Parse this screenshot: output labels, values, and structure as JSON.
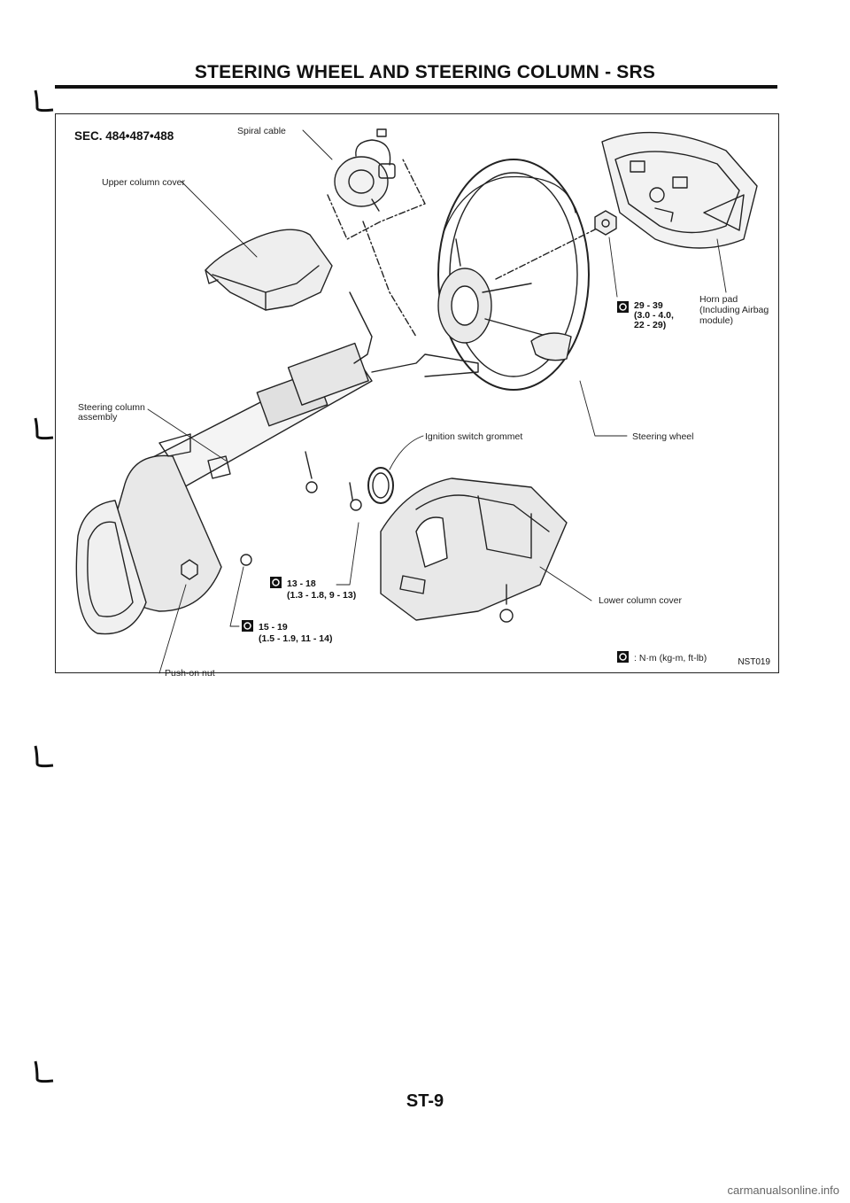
{
  "header": {
    "title": "STEERING WHEEL AND STEERING COLUMN - SRS"
  },
  "figure": {
    "section": "SEC. 484•487•488",
    "labels": {
      "spiral_cable": "Spiral cable",
      "upper_column_cover": "Upper column cover",
      "steering_column_assembly_1": "Steering column",
      "steering_column_assembly_2": "assembly",
      "horn_pad_1": "Horn pad",
      "horn_pad_2": "(Including Airbag",
      "horn_pad_3": "module)",
      "ignition_switch_grommet": "Ignition switch grommet",
      "steering_wheel": "Steering wheel",
      "lower_column_cover": "Lower column cover",
      "push_on_nut": "Push-on nut"
    },
    "torques": {
      "wheel_nut_1": "29 - 39",
      "wheel_nut_2": "(3.0 - 4.0,",
      "wheel_nut_3": "22 - 29)",
      "column_bolt_1": "13 - 18",
      "column_bolt_2": "(1.3 - 1.8, 9 - 13)",
      "column_nut_1": "15 - 19",
      "column_nut_2": "(1.5 - 1.9, 11 - 14)"
    },
    "legend": ": N·m (kg-m, ft-lb)",
    "code": "NST019"
  },
  "footer": {
    "page_number": "ST-9",
    "watermark": "carmanualsonline.info"
  }
}
